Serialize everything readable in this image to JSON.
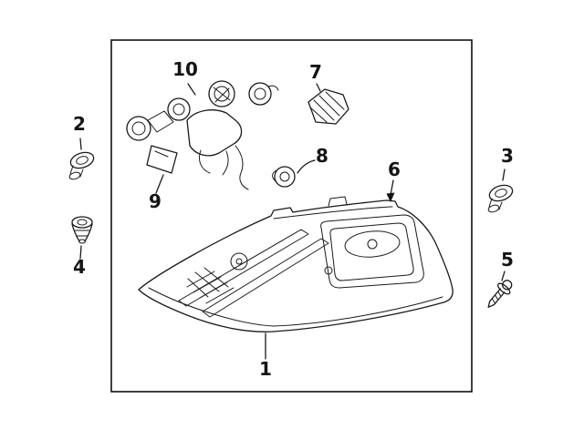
{
  "page": {
    "background": "#ffffff",
    "line_color": "#1a1a1a"
  },
  "diagram": {
    "kind": "exploded-parts-diagram",
    "subject": "tail-lamp-assembly",
    "callouts": [
      {
        "id": "1"
      },
      {
        "id": "2"
      },
      {
        "id": "3"
      },
      {
        "id": "4"
      },
      {
        "id": "5"
      },
      {
        "id": "6"
      },
      {
        "id": "7"
      },
      {
        "id": "8"
      },
      {
        "id": "9"
      },
      {
        "id": "10"
      }
    ]
  }
}
